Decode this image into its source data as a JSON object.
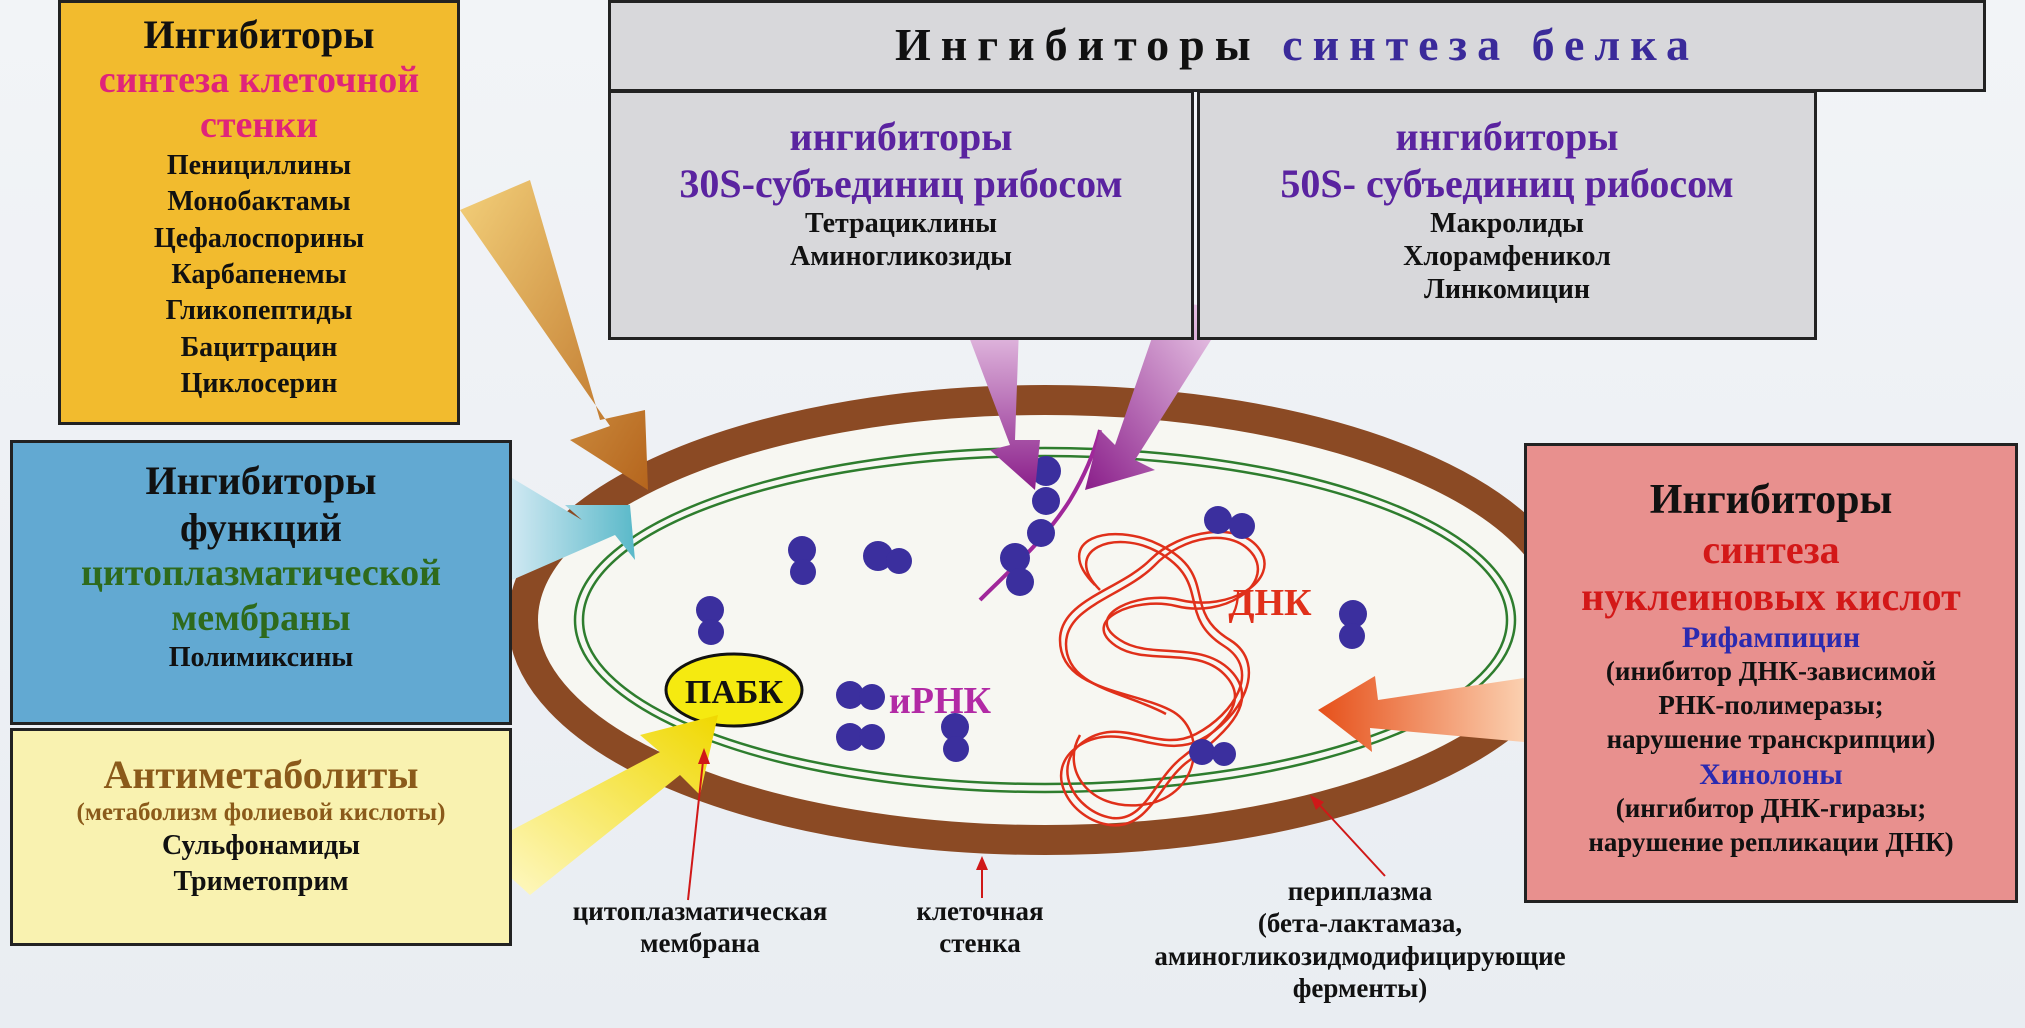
{
  "cell_wall": {
    "title1": "Ингибиторы",
    "title2": "синтеза клеточной",
    "title3": "стенки",
    "items": [
      "Пенициллины",
      "Монобактамы",
      "Цефалоспорины",
      "Карбапенемы",
      "Гликопептиды",
      "Бацитрацин",
      "Циклосерин"
    ]
  },
  "protein": {
    "title_a": "Ингибиторы",
    "title_b": "синтеза белка",
    "s30": {
      "title1": "ингибиторы",
      "title2": "30S-субъединиц рибосом",
      "items": [
        "Тетрациклины",
        "Аминогликозиды"
      ]
    },
    "s50": {
      "title1": "ингибиторы",
      "title2": "50S- субъединиц рибосом",
      "items": [
        "Макролиды",
        "Хлорамфеникол",
        "Линкомицин"
      ]
    }
  },
  "membrane": {
    "title1": "Ингибиторы",
    "title2": "функций",
    "title3": "цитоплазматической",
    "title4": "мембраны",
    "items": [
      "Полимиксины"
    ]
  },
  "antimetab": {
    "title": "Антиметаболиты",
    "subtitle": "(метаболизм фолиевой кислоты)",
    "items": [
      "Сульфонамиды",
      "Триметоприм"
    ]
  },
  "nucleic": {
    "title1": "Ингибиторы",
    "title2": "синтеза",
    "title3": "нуклеиновых кислот",
    "drug1": "Рифампицин",
    "note1a": "(инибитор ДНК-зависимой",
    "note1b": "РНК-полимеразы;",
    "note1c": "нарушение транскрипции)",
    "drug2": "Хинолоны",
    "note2a": "(ингибитор ДНК-гиразы;",
    "note2b": "нарушение репликации ДНК)"
  },
  "cell": {
    "pabk": "ПАБК",
    "mrna": "иРНК",
    "dna": "ДНК",
    "membrane_line1": "цитоплазматическая",
    "membrane_line2": "мембрана",
    "wall_line1": "клеточная",
    "wall_line2": "стенка",
    "peri_line1": "периплазма",
    "peri_line2": "(бета-лактамаза,",
    "peri_line3": "аминогликозидмодифицирующие",
    "peri_line4": "ферменты)"
  },
  "colors": {
    "cell_wall_bg": "#f2bb2e",
    "protein_bg": "#d8d8db",
    "membrane_bg": "#62a9d2",
    "antimetab_bg": "#f9f2b0",
    "nucleic_bg": "#e8908e",
    "ribosome": "#3b2f9e",
    "cell_wall_ring": "#8b4a24",
    "dna": "#e0301a"
  }
}
